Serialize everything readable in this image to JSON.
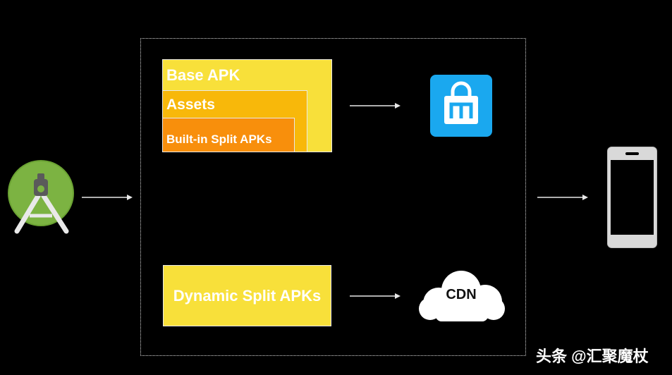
{
  "diagram": {
    "base_apk_label": "Base APK",
    "assets_label": "Assets",
    "builtin_split_label": "Built-in Split APKs",
    "dynamic_split_label": "Dynamic Split APKs",
    "cdn_label": "CDN",
    "watermark": "头条 @汇聚魔杖"
  },
  "icons": {
    "source": "android-studio-icon",
    "store": "app-store-bag-icon",
    "cdn": "cloud-icon",
    "device": "smartphone-icon"
  },
  "colors": {
    "background": "#000000",
    "base_apk": "#f8e03a",
    "assets": "#f8b80a",
    "builtin_split": "#f88f0c",
    "dynamic_split": "#f8e03a",
    "store_icon": "#1aa8ef",
    "android_green": "#7cb342"
  }
}
